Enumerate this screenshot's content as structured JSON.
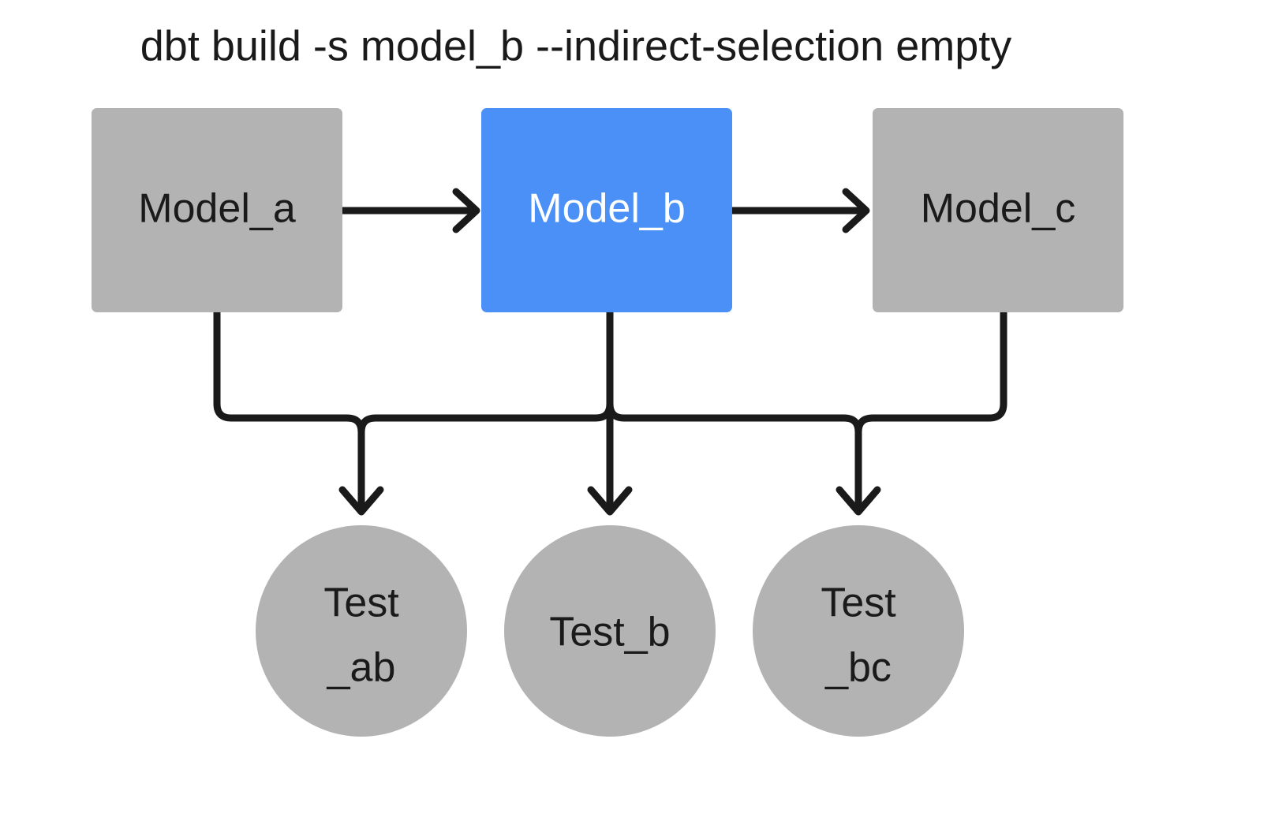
{
  "diagram": {
    "title": "dbt build -s model_b --indirect-selection empty",
    "background_color": "#ffffff",
    "colors": {
      "node_default": "#b3b3b3",
      "node_selected": "#4a90f7",
      "edge": "#1a1a1a",
      "text_default": "#1a1a1a",
      "text_on_selected": "#ffffff"
    },
    "models": [
      {
        "id": "model_a",
        "label": "Model_a",
        "shape": "rectangle",
        "selected": false,
        "fill": "#b3b3b3"
      },
      {
        "id": "model_b",
        "label": "Model_b",
        "shape": "rectangle",
        "selected": true,
        "fill": "#4a90f7"
      },
      {
        "id": "model_c",
        "label": "Model_c",
        "shape": "rectangle",
        "selected": false,
        "fill": "#b3b3b3"
      }
    ],
    "tests": [
      {
        "id": "test_ab",
        "label_line_1": "Test",
        "label_line_2": "_ab",
        "shape": "circle",
        "selected": false,
        "fill": "#b3b3b3"
      },
      {
        "id": "test_b",
        "label_line_1": "Test_b",
        "label_line_2": "",
        "shape": "circle",
        "selected": false,
        "fill": "#b3b3b3"
      },
      {
        "id": "test_bc",
        "label_line_1": "Test",
        "label_line_2": "_bc",
        "shape": "circle",
        "selected": false,
        "fill": "#b3b3b3"
      }
    ],
    "edges": [
      {
        "from": "model_a",
        "to": "model_b",
        "style": "arrow"
      },
      {
        "from": "model_b",
        "to": "model_c",
        "style": "arrow"
      },
      {
        "from": "model_a",
        "to": "test_ab",
        "style": "arrow"
      },
      {
        "from": "model_b",
        "to": "test_ab",
        "style": "arrow"
      },
      {
        "from": "model_b",
        "to": "test_b",
        "style": "arrow"
      },
      {
        "from": "model_b",
        "to": "test_bc",
        "style": "arrow"
      },
      {
        "from": "model_c",
        "to": "test_bc",
        "style": "arrow"
      }
    ]
  }
}
